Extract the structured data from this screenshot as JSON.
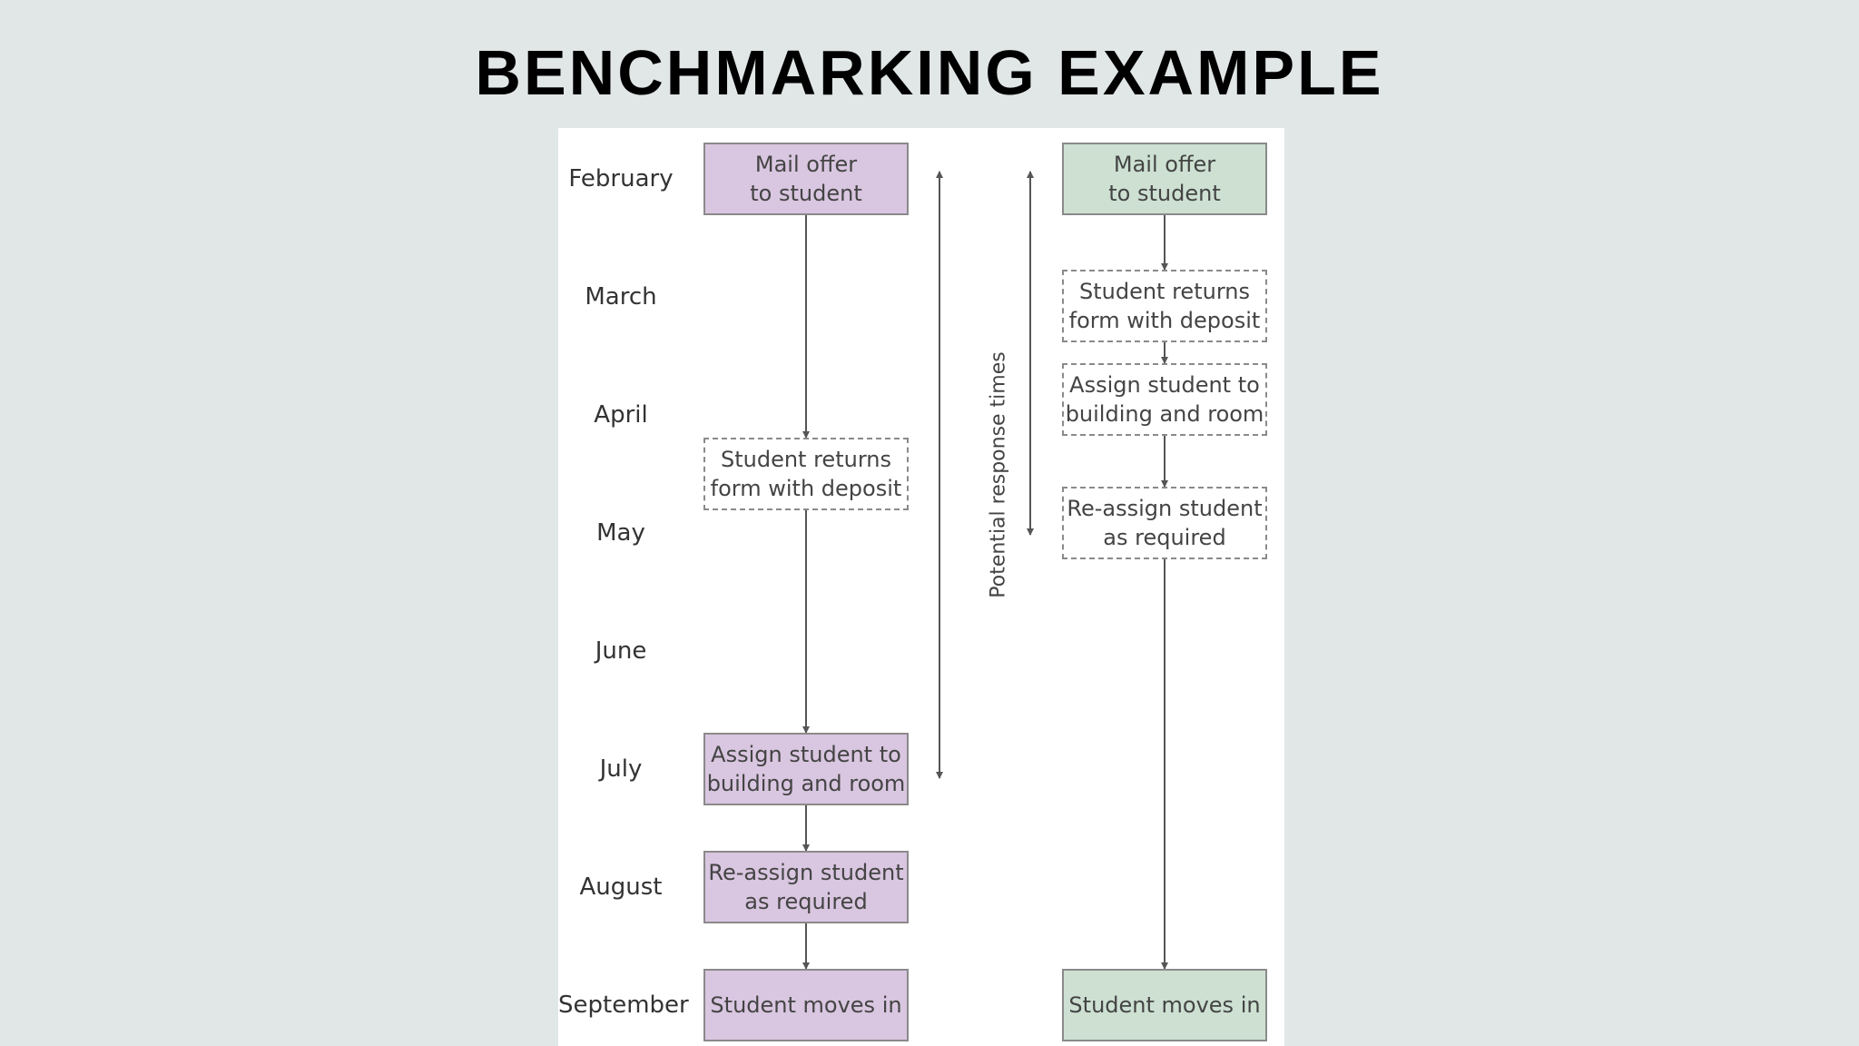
{
  "title": "BENCHMARKING EXAMPLE",
  "months": [
    "February",
    "March",
    "April",
    "May",
    "June",
    "July",
    "August",
    "September"
  ],
  "left_process": {
    "mail_offer": "Mail offer\nto student",
    "student_returns": "Student returns\nform with deposit",
    "assign": "Assign student to\nbuilding and room",
    "reassign": "Re-assign student\nas required",
    "moves_in": "Student moves in"
  },
  "right_process": {
    "mail_offer": "Mail offer\nto student",
    "student_returns": "Student returns\nform with deposit",
    "assign": "Assign student to\nbuilding and room",
    "reassign": "Re-assign student\nas required",
    "moves_in": "Student moves in"
  },
  "response_label": "Potential response times",
  "colors": {
    "background": "#e1e7e7",
    "left_fill": "#d9c6e0",
    "right_fill": "#cde0d2",
    "border": "#8a8a8a"
  }
}
